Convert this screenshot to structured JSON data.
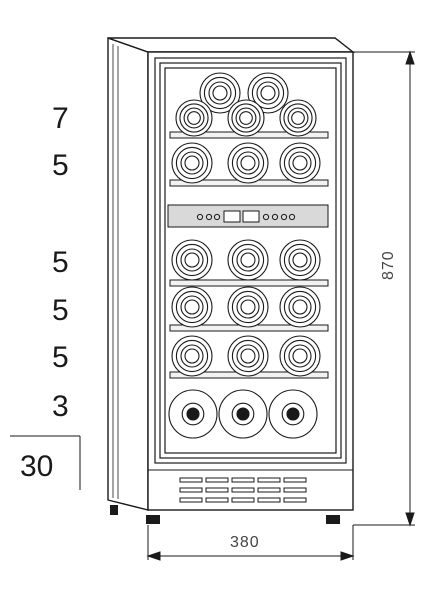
{
  "capacities": {
    "rows": [
      "7",
      "5",
      "5",
      "5",
      "5",
      "3"
    ],
    "total": "30"
  },
  "dimensions": {
    "height": "870",
    "width": "380"
  },
  "control_panel_icons": [
    "power-icon",
    "light-icon",
    "display-icon",
    "up-icon",
    "down-icon",
    "zone-icon",
    "lock-icon"
  ],
  "colors": {
    "line": "#1a1a1a",
    "panel": "#d9d9d9",
    "glass": "#ffffff"
  }
}
